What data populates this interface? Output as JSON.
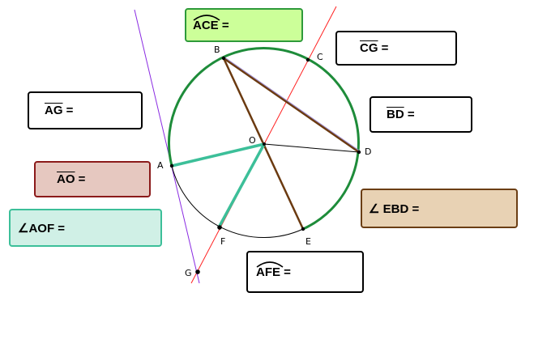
{
  "points": {
    "A": "A",
    "B": "B",
    "C": "C",
    "D": "D",
    "E": "E",
    "F": "F",
    "G": "G",
    "O": "O"
  },
  "boxes": {
    "ace": {
      "name": "ACE",
      "suffix": " =",
      "bg": "#ccff99",
      "border": "#2e9a3a"
    },
    "cg": {
      "name": "CG",
      "suffix": " =",
      "bg": "#ffffff",
      "border": "#000000"
    },
    "ag": {
      "name": "AG",
      "suffix": " =",
      "bg": "#ffffff",
      "border": "#000000"
    },
    "bd": {
      "name": "BD",
      "suffix": " =",
      "bg": "#ffffff",
      "border": "#000000"
    },
    "ao": {
      "name": "AO",
      "suffix": " =",
      "bg": "#e6c8c0",
      "border": "#8b1a1a"
    },
    "ebd": {
      "text": "∠ EBD =",
      "bg": "#e8d2b4",
      "border": "#6b3e14"
    },
    "aof": {
      "text": "∠AOF =",
      "bg": "#d0f0e6",
      "border": "#3cbf99"
    },
    "afe": {
      "name": "AFE",
      "suffix": " =",
      "bg": "#ffffff",
      "border": "#000000"
    }
  },
  "colors": {
    "major_arc": "#1e8c3a",
    "minor_arc": "#000000",
    "chord_brown": "#6b3a10",
    "radius_teal": "#3cbf99",
    "secant_red": "#ff2020",
    "tangent_purple": "#8a2be2"
  }
}
